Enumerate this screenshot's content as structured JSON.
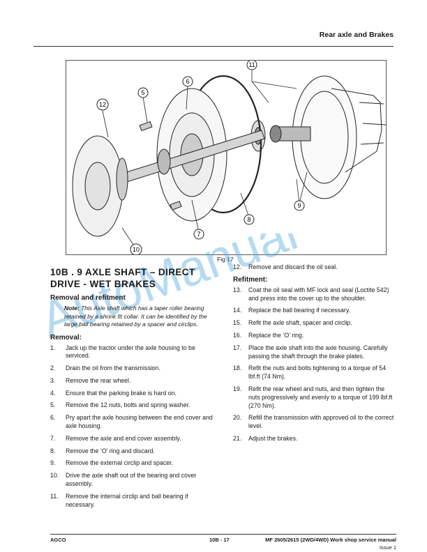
{
  "header": {
    "title": "Rear axle and Brakes"
  },
  "figure": {
    "caption": "Fig 17",
    "callouts": [
      "5",
      "6",
      "7",
      "8",
      "9",
      "10",
      "11",
      "12"
    ]
  },
  "watermark": {
    "text": "AutoManual"
  },
  "section": {
    "title_line1": "10B . 9 AXLE SHAFT – DIRECT",
    "title_line2": "DRIVE - WET BRAKES",
    "subheading": "Removal and refitment",
    "note_label": "Note:",
    "note_text": "This Axle shaft which has a taper roller bearing retained by a shrink fit collar. It can be identified by the large ball bearing retained by a spacer and circlips.",
    "removal_heading": "Removal:",
    "removal_steps": [
      {
        "num": "1.",
        "text": "Jack up the tractor under the axle housing to be serviced."
      },
      {
        "num": "2.",
        "text": "Drain the oil from the transmission."
      },
      {
        "num": "3.",
        "text": "Remove the rear wheel."
      },
      {
        "num": "4.",
        "text": "Ensure that the parking brake is hard on."
      },
      {
        "num": "5.",
        "text": "Remove the 12 nuts, bolts and spring washer."
      },
      {
        "num": "6.",
        "text": "Pry apart the axle housing between the end cover and axle housing."
      },
      {
        "num": "7.",
        "text": "Remove the axle and end cover assembly."
      },
      {
        "num": "8.",
        "text": "Remove the ‘O’ ring and discard."
      },
      {
        "num": "9.",
        "text": "Remove the external circlip and spacer."
      },
      {
        "num": "10.",
        "text": "Drive the axle shaft out of the bearing and cover assembly."
      },
      {
        "num": "11.",
        "text": "Remove the internal circlip and ball bearing if necessary."
      }
    ],
    "step12": {
      "num": "12.",
      "text": "Remove and discard the oil seal."
    },
    "refitment_heading": "Refitment:",
    "refitment_steps": [
      {
        "num": "13.",
        "text": "Coat the oil seal with MF lock and seal (Loctite 542) and press into the cover up to the shoulder."
      },
      {
        "num": "14.",
        "text": "Replace the ball bearing if necessary."
      },
      {
        "num": "15.",
        "text": "Refit the axle shaft, spacer and circlip."
      },
      {
        "num": "16.",
        "text": "Replace the ‘O’ ring."
      },
      {
        "num": "17.",
        "text": "Place the axle shaft into the axle housing. Carefully passing the shaft through the brake plates."
      },
      {
        "num": "18.",
        "text": "Refit the nuts and bolts tightening to a torque of 54 lbf.ft (74 Nm)."
      },
      {
        "num": "19.",
        "text": "Refit the rear wheel and nuts, and then tighten the nuts progressively and evenly to a torque of 199 lbf.ft (270 Nm)."
      },
      {
        "num": "20.",
        "text": "Refill the transmission with approved oil to the correct level."
      },
      {
        "num": "21.",
        "text": "Adjust the brakes."
      }
    ]
  },
  "footer": {
    "left": "AGCO",
    "center": "10B - 17",
    "right": "MF 2605/2615 (2WD/4WD) Work shop service manual",
    "issue": "Issue 1"
  }
}
